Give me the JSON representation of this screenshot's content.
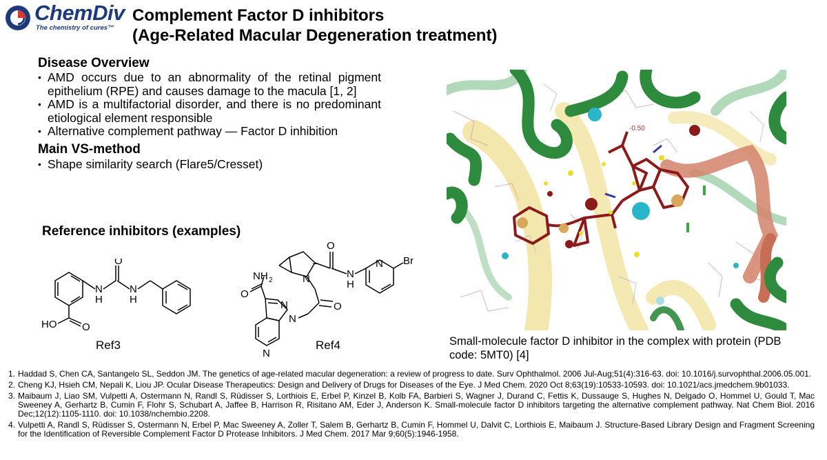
{
  "logo": {
    "name": "ChemDiv",
    "tagline": "The chemistry of cures™"
  },
  "title": {
    "line1": "Complement Factor D inhibitors",
    "line2": "(Age-Related Macular Degeneration treatment)"
  },
  "disease": {
    "heading": "Disease Overview",
    "bullets": [
      "AMD occurs due to an abnormality of the retinal pigment epithelium (RPE) and causes damage to the macula [1, 2]",
      "AMD is a multifactorial disorder, and there is no predominant etiological element responsible",
      "Alternative complement pathway — Factor D inhibition"
    ]
  },
  "method": {
    "heading": "Main VS-method",
    "bullets": [
      "Shape similarity search (Flare5/Cresset)"
    ]
  },
  "reference_inhibitors": {
    "heading": "Reference inhibitors (examples)",
    "ref3": {
      "label": "Ref3",
      "atoms": {
        "o1": "O",
        "n1": "N",
        "h1": "H",
        "n2": "N",
        "h2": "H",
        "ho": "HO",
        "o2": "O"
      }
    },
    "ref4": {
      "label": "Ref4",
      "atoms": {
        "o_top": "O",
        "nh": "N",
        "h": "H",
        "br": "Br",
        "n_pyr": "N",
        "nh2": "NH",
        "nh2_sub": "2",
        "o_left": "O",
        "n_pro": "N",
        "n_ring1": "N",
        "n_ring2": "N",
        "o_bot": "O",
        "n_bot": "N"
      }
    }
  },
  "protein_image": {
    "annotation": "-0.50",
    "caption": "Small-molecule factor D inhibitor in the complex with protein (PDB code: 5MT0) [4]"
  },
  "references": [
    {
      "num": "1.",
      "text": "Haddad S, Chen CA, Santangelo SL, Seddon JM. The genetics of age-related macular degeneration: a review of progress to date. Surv Ophthalmol. 2006 Jul-Aug;51(4):316-63. doi: 10.1016/j.survophthal.2006.05.001."
    },
    {
      "num": "2.",
      "text": "Cheng KJ, Hsieh CM, Nepali K, Liou JP. Ocular Disease Therapeutics: Design and Delivery of Drugs for Diseases of the Eye. J Med Chem. 2020 Oct 8;63(19):10533-10593. doi: 10.1021/acs.jmedchem.9b01033."
    },
    {
      "num": "3.",
      "text": "Maibaum J, Liao SM, Vulpetti A, Ostermann N, Randl S, Rüdisser S, Lorthiois E, Erbel P, Kinzel B, Kolb FA, Barbieri S, Wagner J, Durand C, Fettis K, Dussauge S, Hughes N, Delgado O, Hommel U, Gould T, Mac Sweeney A, Gerhartz B, Cumin F, Flohr S, Schubart A, Jaffee B, Harrison R, Risitano AM, Eder J, Anderson K. Small-molecule factor D inhibitors targeting the alternative complement pathway. Nat Chem Biol. 2016 Dec;12(12):1105-1110. doi: 10.1038/nchembio.2208."
    },
    {
      "num": "4.",
      "text": "Vulpetti A, Randl S, Rüdisser S, Ostermann N, Erbel P, Mac Sweeney A, Zoller T, Salem B, Gerhartz B, Cumin F, Hommel U, Dalvit C, Lorthiois E, Maibaum J. Structure-Based Library Design and Fragment Screening for the Identification of Reversible Complement Factor D Protease Inhibitors. J Med Chem. 2017 Mar 9;60(5):1946-1958."
    }
  ],
  "colors": {
    "brand": "#1f3a7a",
    "ligand": "#8b1a1a",
    "helix_green": "#2e8b3e",
    "sheet_yellow": "#f2e3a0"
  }
}
